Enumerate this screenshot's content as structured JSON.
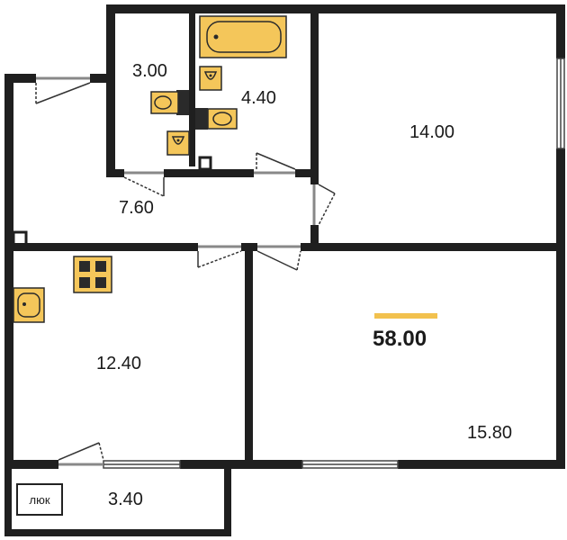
{
  "colors": {
    "wall": "#1f1f1f",
    "accent": "#f2c14e",
    "fixture_fill": "#f4c65a",
    "fixture_stroke": "#2a2a2a",
    "background": "#ffffff"
  },
  "total_area": "58.00",
  "rooms": [
    {
      "id": "toilet",
      "area": "3.00"
    },
    {
      "id": "bathroom",
      "area": "4.40"
    },
    {
      "id": "bedroom-top-right",
      "area": "14.00"
    },
    {
      "id": "hallway",
      "area": "7.60"
    },
    {
      "id": "kitchen",
      "area": "12.40"
    },
    {
      "id": "living-room",
      "area": "15.80"
    },
    {
      "id": "balcony",
      "area": "3.40"
    }
  ],
  "hatch_label": "люк",
  "icons": {
    "bathtub": "bathtub-icon",
    "sink": "sink-icon",
    "toilet": "toilet-icon",
    "stove": "stove-icon",
    "door": "door-icon",
    "window": "window-icon"
  }
}
